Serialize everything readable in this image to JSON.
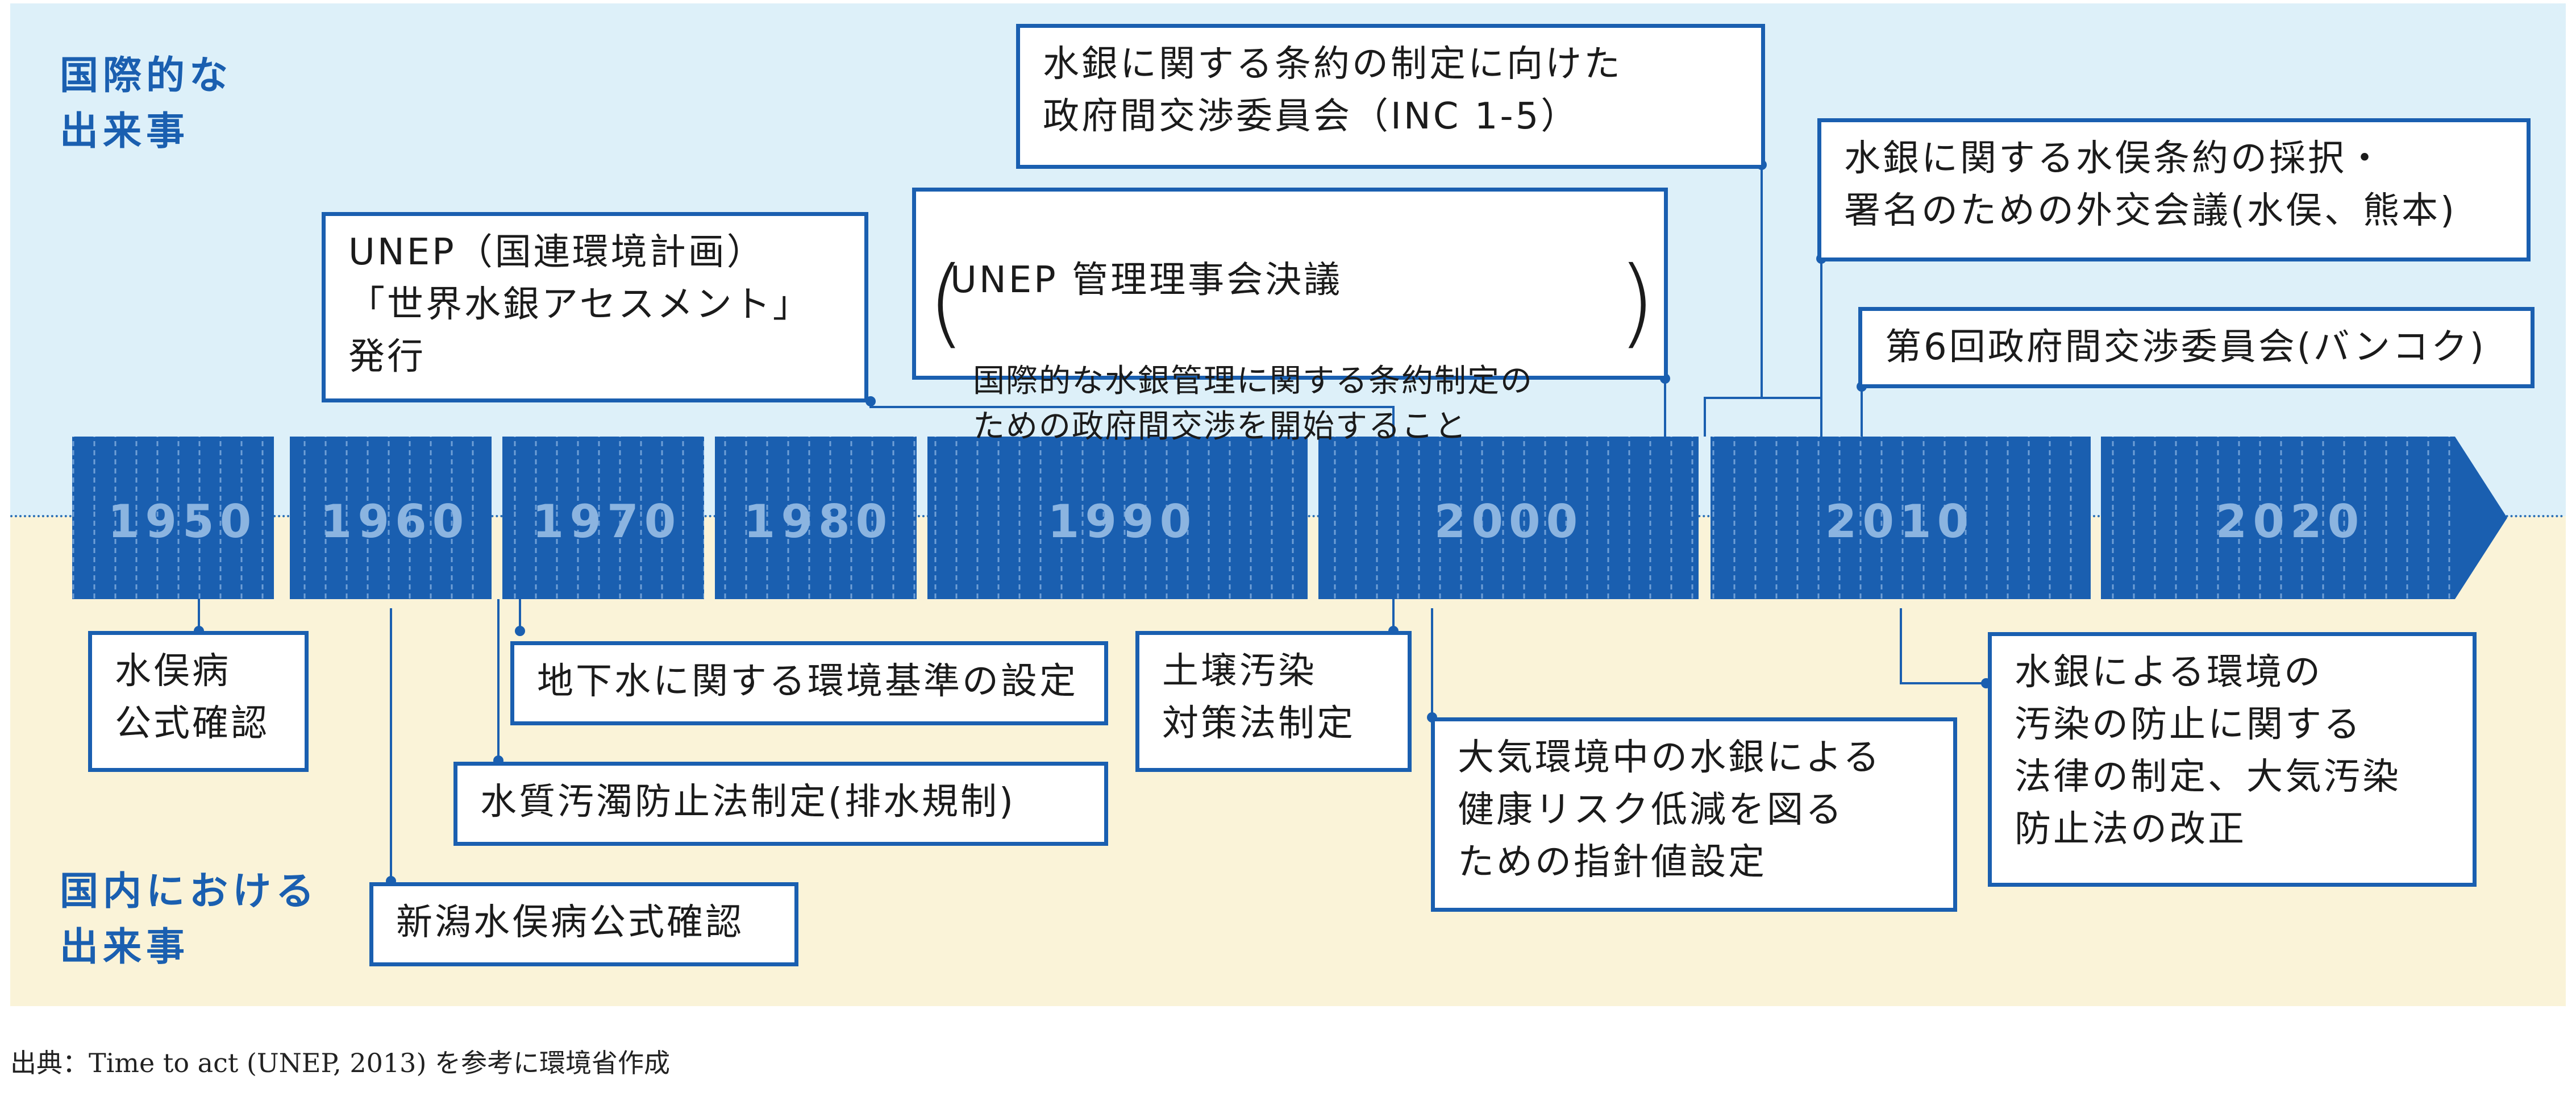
{
  "labels": {
    "international": "国際的な\n出来事",
    "domestic": "国内における\n出来事"
  },
  "decades": [
    "1950",
    "1960",
    "1970",
    "1980",
    "1990",
    "2000",
    "2010",
    "2020"
  ],
  "international_events": [
    {
      "text": "UNEP（国連環境計画）\n「世界水銀アセスメント」\n発行"
    },
    {
      "title": "UNEP 管理理事会決議",
      "sub": "国際的な水銀管理に関する条約制定の\nための政府間交渉を開始すること"
    },
    {
      "text": "水銀に関する条約の制定に向けた\n政府間交渉委員会（INC 1-5）"
    },
    {
      "text": "水銀に関する水俣条約の採択・\n署名のための外交会議(水俣、熊本)"
    },
    {
      "text": "第6回政府間交渉委員会(バンコク)"
    }
  ],
  "domestic_events": [
    {
      "text": "水俣病\n公式確認"
    },
    {
      "text": "新潟水俣病公式確認"
    },
    {
      "text": "水質汚濁防止法制定(排水規制)"
    },
    {
      "text": "地下水に関する環境基準の設定"
    },
    {
      "text": "土壌汚染\n対策法制定"
    },
    {
      "text": "大気環境中の水銀による\n健康リスク低減を図る\nための指針値設定"
    },
    {
      "text": "水銀による環境の\n汚染の防止に関する\n法律の制定、大気汚染\n防止法の改正"
    }
  ],
  "source": "出典：Time to act (UNEP, 2013) を参考に環境省作成",
  "colors": {
    "timeline": "#1a5fb0",
    "border": "#1a5fb0",
    "top_band": "#ddf0f9",
    "bottom_band": "#faf3d8"
  }
}
